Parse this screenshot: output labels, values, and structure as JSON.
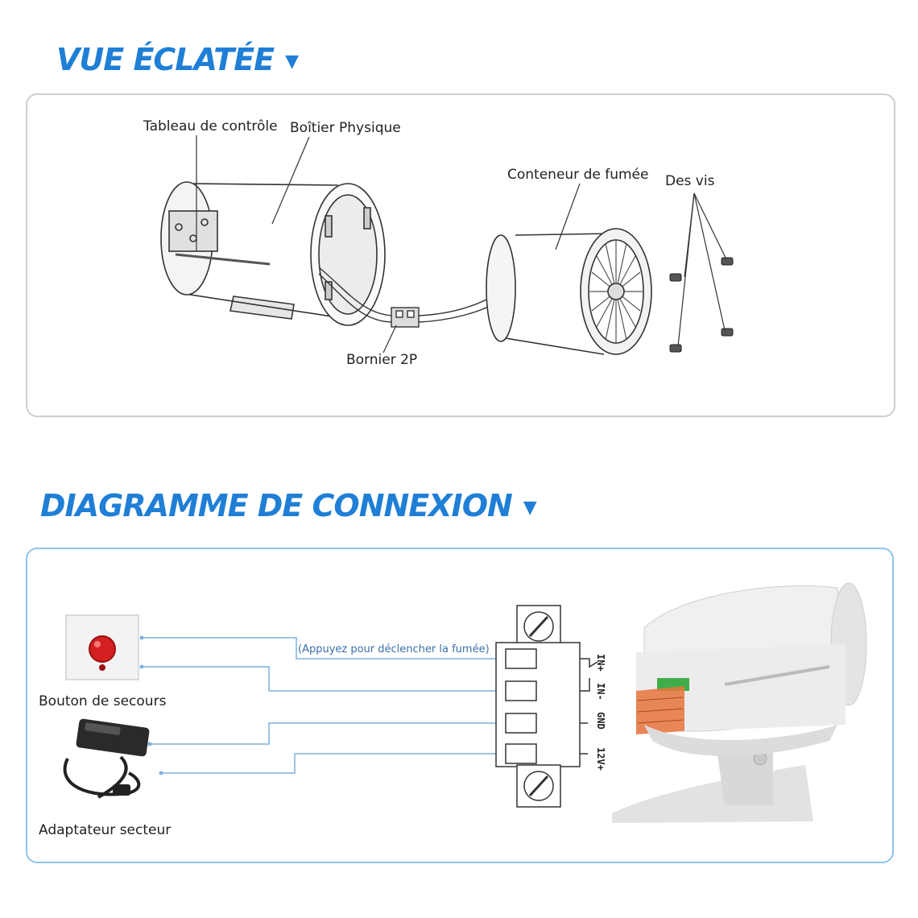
{
  "exploded_view": {
    "title": "VUE ÉCLATÉE",
    "labels": {
      "control_board": "Tableau de contrôle",
      "housing": "Boîtier Physique",
      "smoke_container": "Conteneur de fumée",
      "screws": "Des vis",
      "terminal_block": "Bornier 2P"
    }
  },
  "connection_diagram": {
    "title": "DIAGRAMME DE CONNEXION",
    "labels": {
      "emergency_button": "Bouton de secours",
      "power_adapter": "Adaptateur secteur",
      "press_note": "(Appuyez pour déclencher la fumée)"
    },
    "terminals": [
      "IN+",
      "IN-",
      "GND",
      "12V+"
    ]
  },
  "colors": {
    "title_blue": "#1f7fd6",
    "panel_border_gray": "#cfcfcf",
    "panel_border_blue": "#8fc4ea",
    "wire_blue": "#7fb0dc",
    "button_red": "#d42020",
    "connector_orange": "#e8743c"
  },
  "icons": [
    "dropdown-arrow-icon",
    "emergency-button-icon",
    "power-adapter-icon",
    "screw-icon"
  ]
}
